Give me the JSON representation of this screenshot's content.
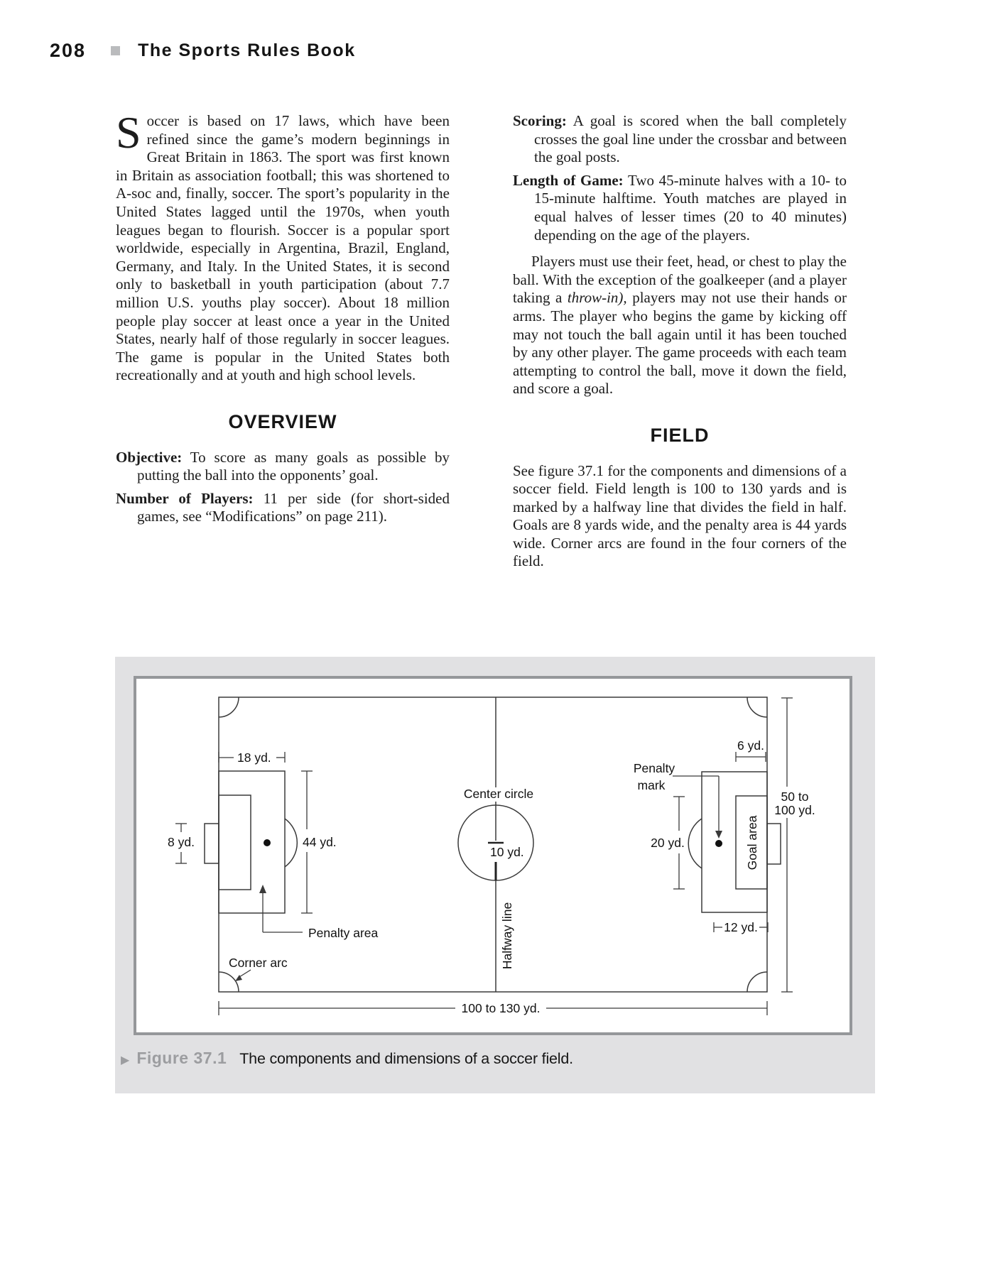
{
  "header": {
    "page_number": "208",
    "title": "The Sports Rules Book"
  },
  "intro": {
    "drop_cap": "S",
    "text": "occer is based on 17 laws, which have been refined since the game’s modern beginnings in Great Britain in 1863. The sport was first known in Britain as association football; this was shortened to A-soc and, finally, soccer. The sport’s popularity in the United States lagged until the 1970s, when youth leagues began to flourish. Soccer is a popular sport worldwide, especially in Argentina, Brazil, England, Germany, and Italy. In the United States, it is second only to basketball in youth participation (about 7.7 million U.S. youths play soccer). About 18 million people play soccer at least once a year in the United States, nearly half of those regularly in soccer leagues. The game is popular in the United States both recreationally and at youth and high school levels."
  },
  "overview": {
    "heading": "OVERVIEW",
    "entries": [
      {
        "label": "Objective:",
        "text": " To score as many goals as possible by putting the ball into the opponents’ goal."
      },
      {
        "label": "Number of Players:",
        "text": " 11 per side (for short-sided games, see “Modifications” on page 211)."
      }
    ]
  },
  "right_column": {
    "entries": [
      {
        "label": "Scoring:",
        "text": " A goal is scored when the ball completely crosses the goal line under the crossbar and between the goal posts."
      },
      {
        "label": "Length of Game:",
        "text": " Two 45-minute halves with a 10- to 15-minute halftime. Youth matches are played in equal halves of lesser times (20 to 40 minutes) depending on the age of the players."
      }
    ],
    "players_para": {
      "pre": "Players must use their feet, head, or chest to play the ball. With the exception of the goalkeeper (and a player taking a ",
      "italic": "throw-in),",
      "post": " players may not use their hands or arms. The player who begins the game by kicking off may not touch the ball again until it has been touched by any other player. The game proceeds with each team attempting to control the ball, move it down the field, and score a goal."
    },
    "field_heading": "FIELD",
    "field_para": "See figure 37.1 for the components and dimensions of a soccer field. Field length is 100 to 130 yards and is marked by a halfway line that divides the field in half. Goals are 8 yards wide, and the penalty area is 44 yards wide. Corner arcs are found in the four corners of the field."
  },
  "figure": {
    "caption_marker": "▶",
    "caption_label": "Figure 37.1",
    "caption_text": "The components and dimensions of a soccer field.",
    "labels": {
      "yd18": "18 yd.",
      "yd44": "44 yd.",
      "yd8": "8 yd.",
      "penalty_area": "Penalty area",
      "corner_arc": "Corner arc",
      "center_circle": "Center circle",
      "yd10": "10 yd.",
      "halfway_line": "Halfway line",
      "field_length": "100 to 130 yd.",
      "yd6": "6 yd.",
      "penalty_mark_line1": "Penalty",
      "penalty_mark_line2": "mark",
      "field_width_line1": "50 to",
      "field_width_line2": "100 yd.",
      "yd20": "20 yd.",
      "goal_area": "Goal area",
      "yd12": "12 yd."
    }
  }
}
